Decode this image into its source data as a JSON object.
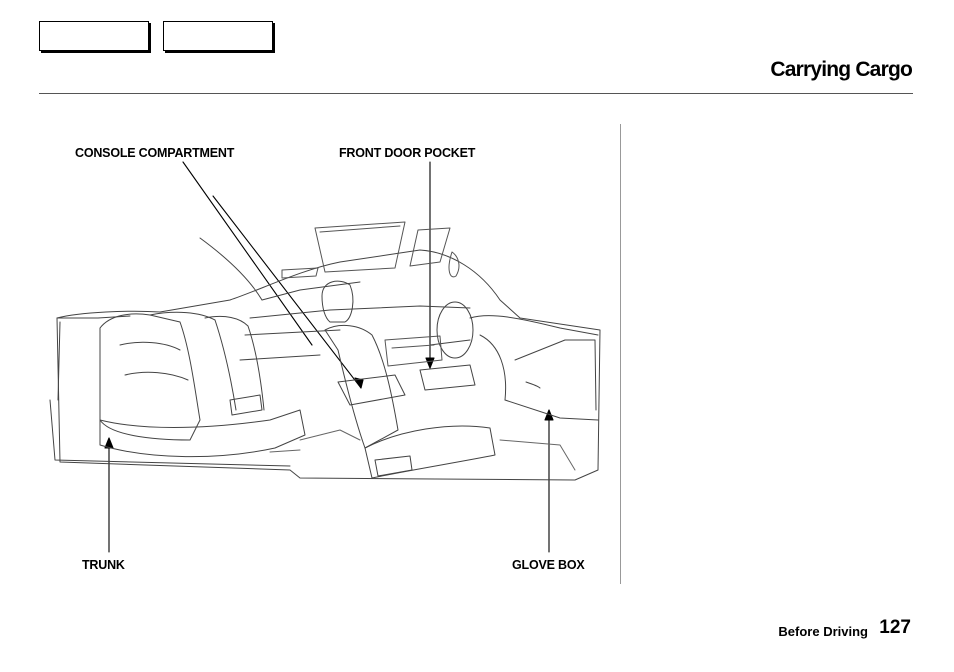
{
  "header": {
    "title": "Carrying Cargo"
  },
  "illustration": {
    "labels": {
      "console": "CONSOLE  COMPARTMENT",
      "door_pocket": "FRONT DOOR POCKET",
      "trunk": "TRUNK",
      "glove_box": "GLOVE BOX"
    }
  },
  "footer": {
    "section": "Before Driving",
    "page_number": "127"
  }
}
